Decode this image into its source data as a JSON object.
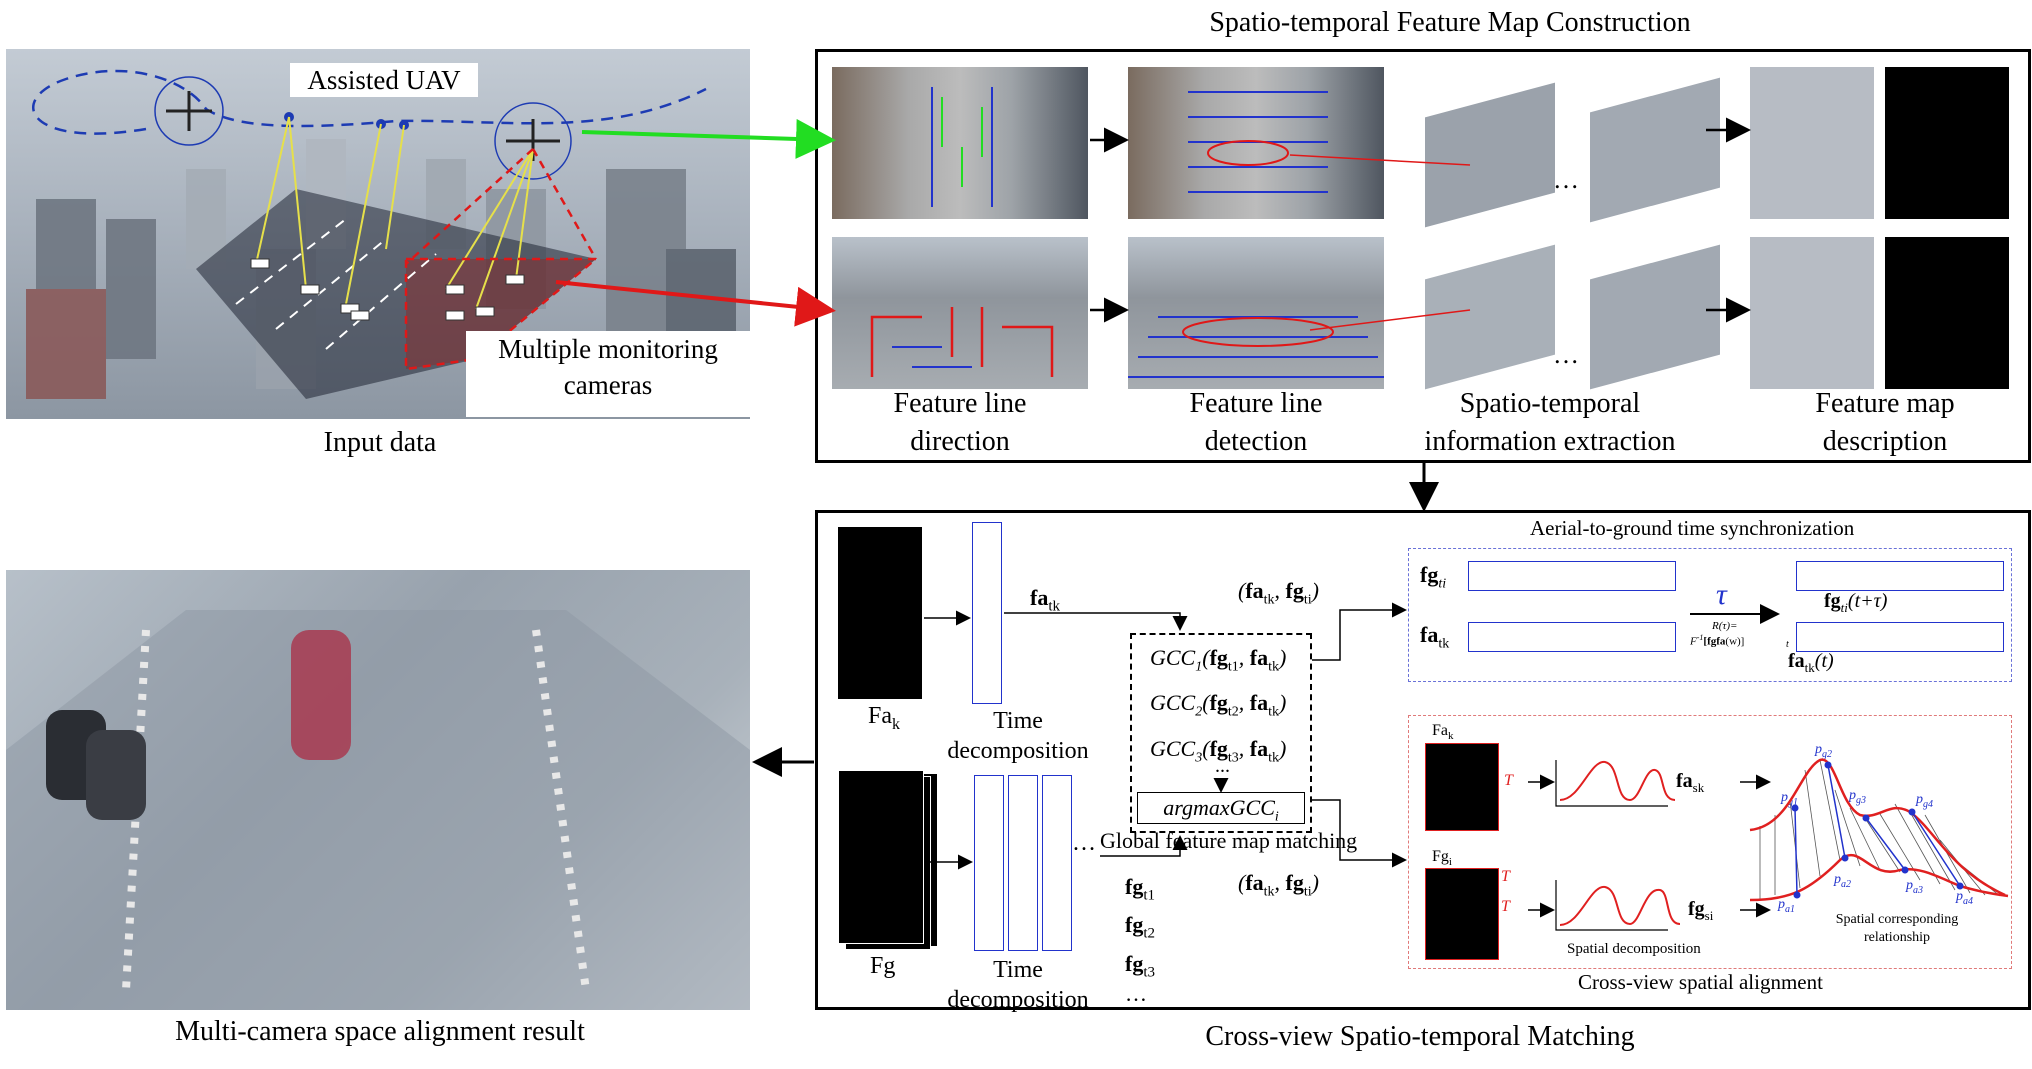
{
  "titles": {
    "top": "Spatio-temporal Feature Map Construction",
    "bottom": "Cross-view Spatio-temporal Matching"
  },
  "input": {
    "assisted_uav": "Assisted UAV",
    "monitoring_line1": "Multiple monitoring",
    "monitoring_line2": "cameras",
    "caption": "Input data"
  },
  "result_caption": "Multi-camera space alignment result",
  "stages": {
    "s1_l1": "Feature line",
    "s1_l2": "direction",
    "s2_l1": "Feature line",
    "s2_l2": "detection",
    "s3_l1": "Spatio-temporal",
    "s3_l2": "information extraction",
    "s4_l1": "Feature map",
    "s4_l2": "description",
    "ellipsis": "…"
  },
  "matching": {
    "fak": "Fa",
    "fak_sub": "k",
    "fg": "Fg",
    "time_decomp": "Time",
    "time_decomp2": "decomposition",
    "fa_tk": "fa",
    "fa_tk_sub": "tk",
    "pair_a": "fa",
    "pair_b": "fg",
    "pair_sub_a": "tk",
    "pair_sub_b": "ti",
    "gcc1": "GCC",
    "gcc_args": [
      "fg",
      "fa"
    ],
    "gcc_rows": [
      {
        "idx": "1",
        "g": "t1"
      },
      {
        "idx": "2",
        "g": "t2"
      },
      {
        "idx": "3",
        "g": "t3"
      }
    ],
    "argmax": "argmaxGCC",
    "argmax_sub": "i",
    "dots": "...",
    "hdots": "…",
    "global": "Global feature map matching",
    "fg_list": [
      "fg",
      "fg",
      "fg"
    ],
    "fg_list_sub": [
      "t1",
      "t2",
      "t3"
    ],
    "fg_list_more": "…"
  },
  "sync": {
    "title": "Aerial-to-ground time synchronization",
    "fg_label": "fg",
    "fg_sub": "ti",
    "fa_label": "fa",
    "fa_sub": "tk",
    "tau": "τ",
    "r_tau": "R(τ)=",
    "f_inv": "F",
    "f_inv_sup": "-1",
    "f_inv_arg": "[fg",
    "f_inv_arg2": "fa",
    "f_inv_arg3": "(w)]",
    "fg_shift": "fg",
    "fg_shift_sub": "ti",
    "fg_shift_tail": "(t+τ)",
    "fa_t": "fa",
    "fa_t_sub": "tk",
    "fa_t_tail": "(t)",
    "t_small": "t"
  },
  "spatial": {
    "title": "Cross-view spatial alignment",
    "fak": "Fa",
    "fak_sub": "k",
    "fgi": "Fg",
    "fgi_sub": "i",
    "T": "T",
    "fa_sk": "fa",
    "fa_sk_sub": "sk",
    "fg_si": "fg",
    "fg_si_sub": "si",
    "decomp": "Spatial decomposition",
    "corr_l1": "Spatial corresponding",
    "corr_l2": "relationship",
    "pg": [
      "p",
      "p",
      "p",
      "p"
    ],
    "pg_sub": [
      "g1",
      "g2",
      "g3",
      "g4"
    ],
    "pa": [
      "p",
      "p",
      "p",
      "p"
    ],
    "pa_sub": [
      "a1",
      "a2",
      "a3",
      "a4"
    ]
  },
  "colors": {
    "green_arrow": "#22dd22",
    "red_arrow": "#e01818",
    "blue": "#2233cc",
    "curve_red": "#e02020",
    "box_blue": "#6a72d8",
    "box_red": "#e07a7a"
  }
}
